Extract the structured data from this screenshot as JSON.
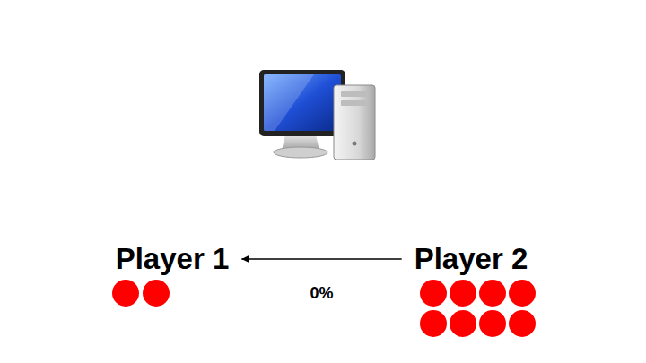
{
  "diagram": {
    "nodes": [
      {
        "text": [
          "Player 1"
        ]
      },
      {
        "text": [
          "Player 2"
        ]
      }
    ],
    "edges": [
      {
        "from": 1,
        "to": 0,
        "arrow": "to",
        "label": "0%"
      }
    ]
  }
}
